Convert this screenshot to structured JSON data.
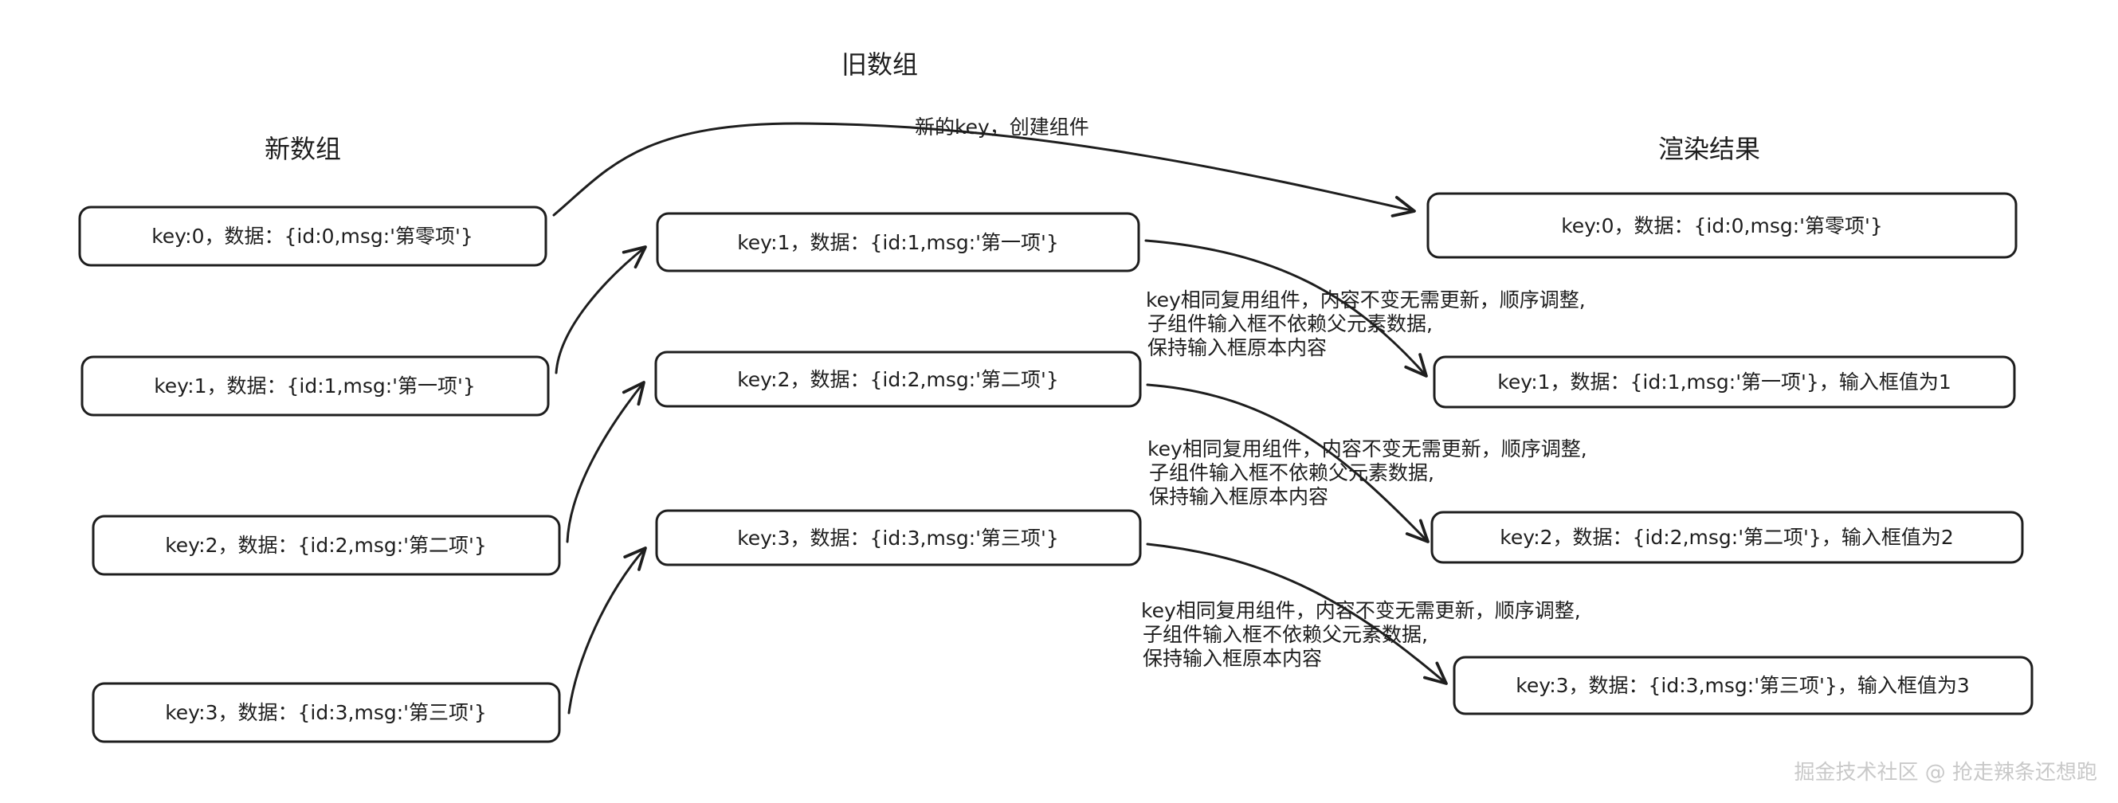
{
  "titles": {
    "new_array": "新数组",
    "old_array": "旧数组",
    "result": "渲染结果"
  },
  "new_array": [
    "key:0，数据：{id:0,msg:'第零项'}",
    "key:1，数据：{id:1,msg:'第一项'}",
    "key:2，数据：{id:2,msg:'第二项'}",
    "key:3，数据：{id:3,msg:'第三项'}"
  ],
  "old_array": [
    "key:1，数据：{id:1,msg:'第一项'}",
    "key:2，数据：{id:2,msg:'第二项'}",
    "key:3，数据：{id:3,msg:'第三项'}"
  ],
  "result": [
    "key:0，数据：{id:0,msg:'第零项'}",
    "key:1，数据：{id:1,msg:'第一项'}，输入框值为1",
    "key:2，数据：{id:2,msg:'第二项'}，输入框值为2",
    "key:3，数据：{id:3,msg:'第三项'}，输入框值为3"
  ],
  "new_key_label": "新的key，创建组件",
  "reuse_notes": [
    [
      "key相同复用组件，内容不变无需更新，顺序调整,",
      "子组件输入框不依赖父元素数据,",
      "保持输入框原本内容"
    ],
    [
      "key相同复用组件，内容不变无需更新，顺序调整,",
      "子组件输入框不依赖父元素数据,",
      "保持输入框原本内容"
    ],
    [
      "key相同复用组件，内容不变无需更新，顺序调整,",
      "子组件输入框不依赖父元素数据,",
      "保持输入框原本内容"
    ]
  ],
  "watermark": "掘金技术社区 @ 抢走辣条还想跑",
  "colors": {
    "stroke": "#1e1e1e",
    "background": "#ffffff",
    "watermark": "#c9c9c9"
  }
}
